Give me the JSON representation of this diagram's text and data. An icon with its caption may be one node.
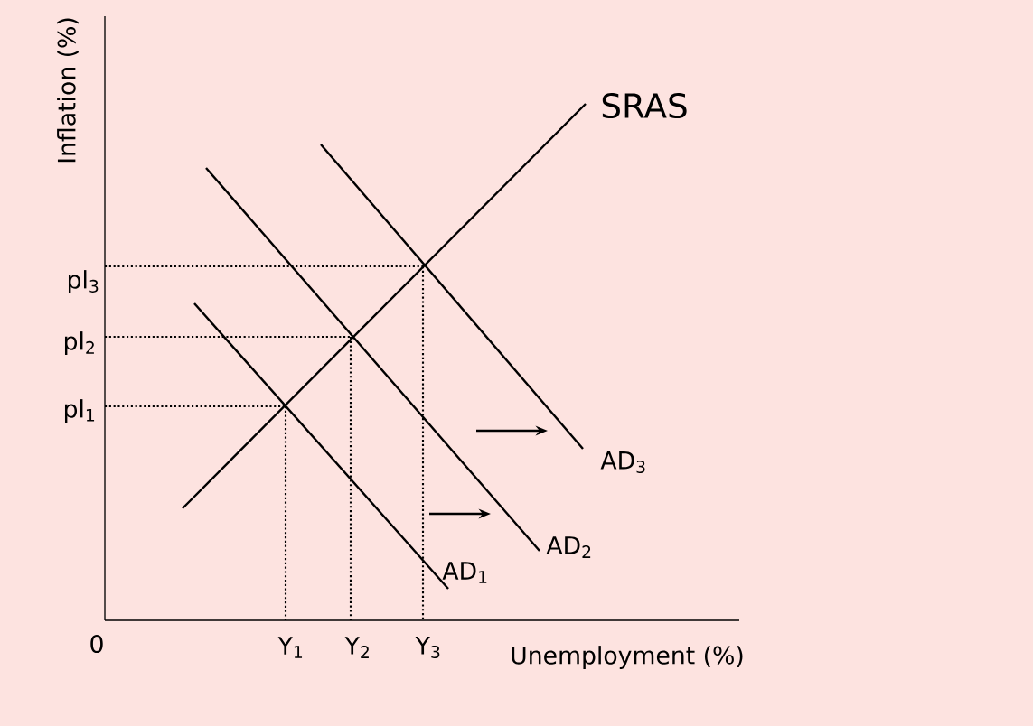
{
  "diagram": {
    "labels": [
      "Inflation (%)",
      "SRAS",
      "pl$_{3}$",
      "pl$_{2}$",
      "pl$_{1}$",
      "AD$_{3}$",
      "AD$_{2}$",
      "AD$_{1}$",
      "0",
      "Y$_{1}$",
      "Y$_{2}$",
      "Y$_{3}$",
      "Unemployment (%)"
    ]
  }
}
